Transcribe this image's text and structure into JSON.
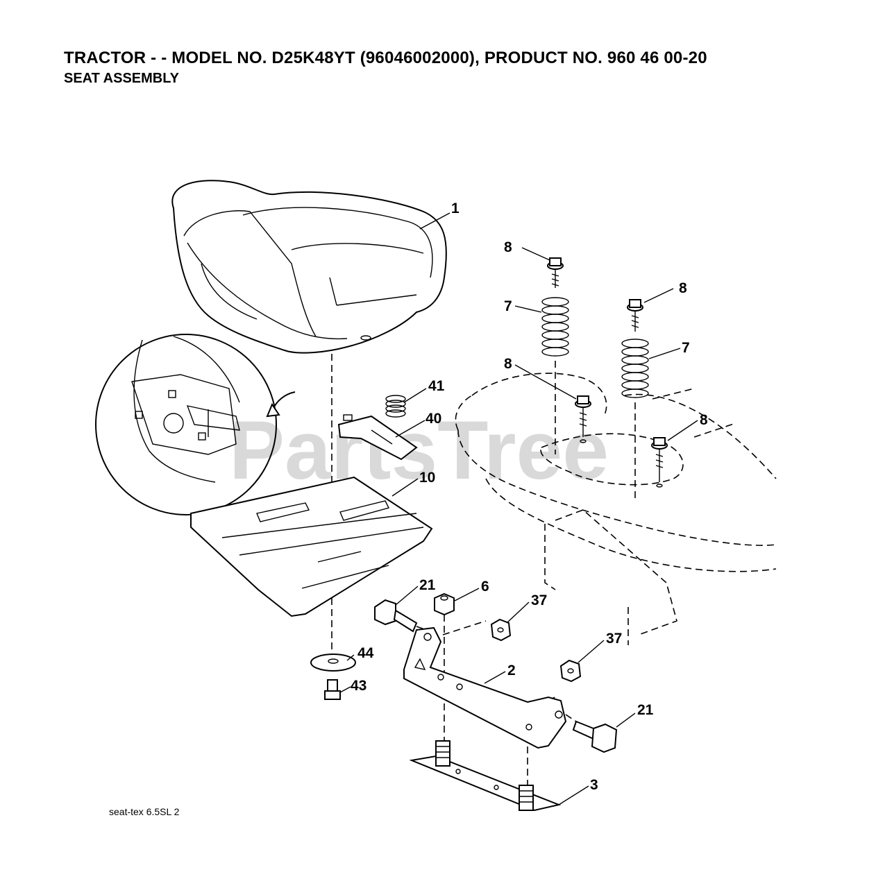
{
  "header": {
    "title": "TRACTOR - - MODEL NO. D25K48YT (96046002000), PRODUCT NO. 960 46 00-20",
    "subtitle": "SEAT ASSEMBLY"
  },
  "watermark": "PartsTree",
  "footer": {
    "code": "seat-tex  6.5SL  2"
  },
  "callouts": {
    "c1": "1",
    "c2": "2",
    "c3": "3",
    "c6": "6",
    "c7a": "7",
    "c7b": "7",
    "c8a": "8",
    "c8b": "8",
    "c8c": "8",
    "c8d": "8",
    "c10": "10",
    "c21a": "21",
    "c21b": "21",
    "c37a": "37",
    "c37b": "37",
    "c40": "40",
    "c41": "41",
    "c43": "43",
    "c44": "44"
  }
}
